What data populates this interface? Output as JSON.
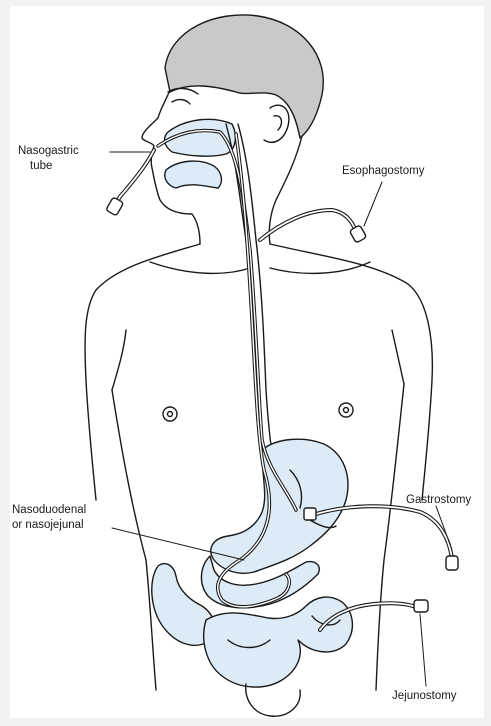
{
  "labels": {
    "nasogastric_line1": "Nasogastric",
    "nasogastric_line2": "tube",
    "esophagostomy": "Esophagostomy",
    "nasoduodenal_line1": "Nasoduodenal",
    "nasoduodenal_line2": "or nasojejunal",
    "gastrostomy": "Gastrostomy",
    "jejunostomy": "Jejunostomy"
  },
  "colors": {
    "outline": "#1a1a1a",
    "hair": "#c9c9c9",
    "organ_fill": "#dcebf5",
    "page": "#f2f2f2",
    "panel": "#ffffff"
  }
}
